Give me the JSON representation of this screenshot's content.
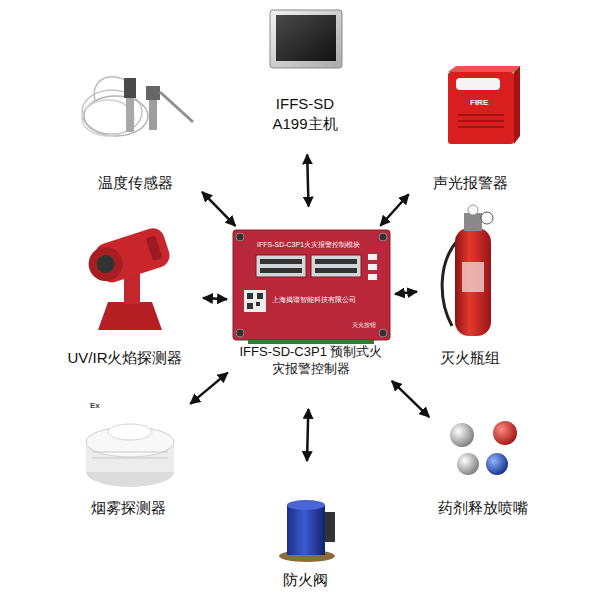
{
  "diagram": {
    "nodes": [
      {
        "text": [
          "IFFS-SD A199主机"
        ]
      },
      {
        "text": [
          "温度传感器"
        ]
      },
      {
        "text": [
          "声光报警器"
        ]
      },
      {
        "text": [
          "UV/IR火焰探测器"
        ]
      },
      {
        "text": [
          "IFFS-SD-C3P1 预制式火灾报警控制器"
        ]
      },
      {
        "text": [
          "灭火瓶组"
        ]
      },
      {
        "text": [
          "烟雾探测器"
        ]
      },
      {
        "text": [
          "防火阀"
        ]
      },
      {
        "text": [
          "药剂释放喷嘴"
        ]
      }
    ],
    "edges": [
      {
        "from": 4,
        "to": 0,
        "arrow": "both"
      },
      {
        "from": 4,
        "to": 1,
        "arrow": "both"
      },
      {
        "from": 4,
        "to": 2,
        "arrow": "both"
      },
      {
        "from": 4,
        "to": 3,
        "arrow": "both"
      },
      {
        "from": 4,
        "to": 5,
        "arrow": "both"
      },
      {
        "from": 4,
        "to": 6,
        "arrow": "both"
      },
      {
        "from": 4,
        "to": 7,
        "arrow": "both"
      },
      {
        "from": 4,
        "to": 8,
        "arrow": "both"
      }
    ],
    "labels": [
      "IFFS-SD-C3P1火灾报警控制模块",
      "上海揭谱智能科技有限公司",
      "灭火按钮",
      "FIRE",
      "Ex"
    ]
  }
}
